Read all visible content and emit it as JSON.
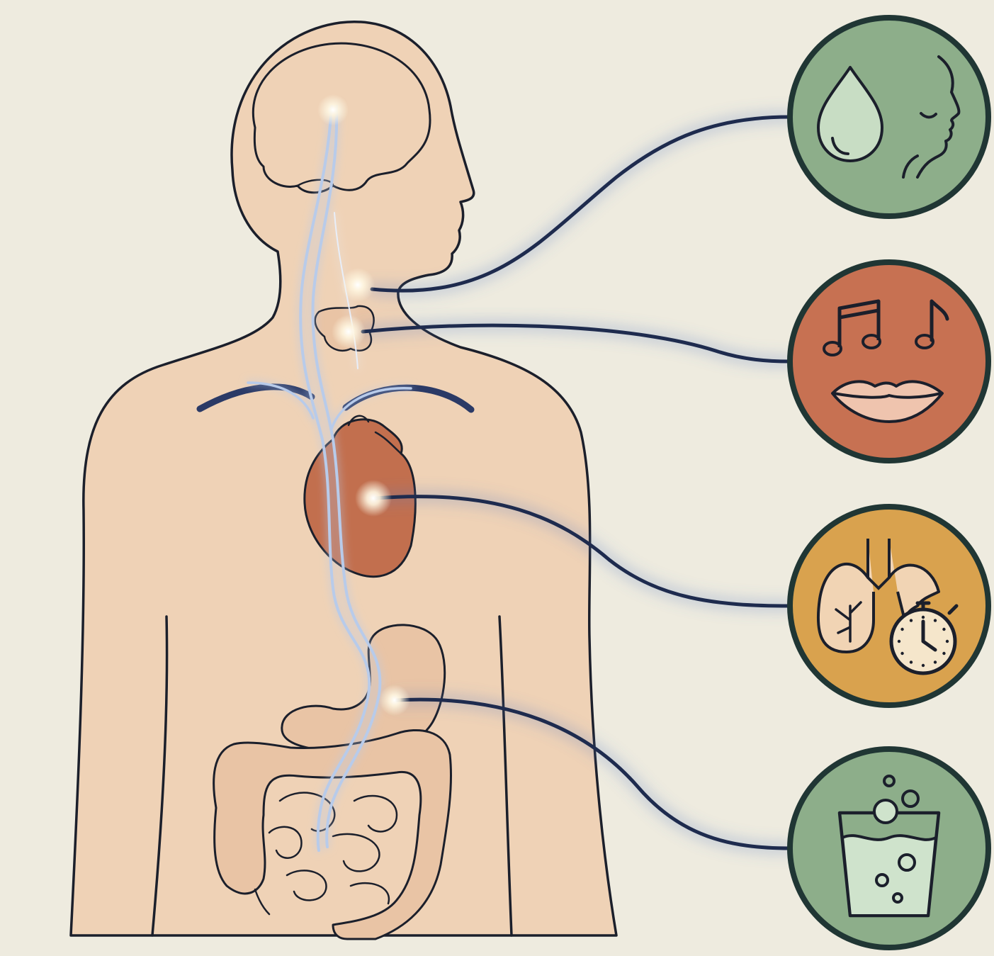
{
  "colors": {
    "background": "#EEEBDF",
    "skin": "#EFD2B6",
    "outline": "#1B1F2B",
    "heart": "#C26F4E",
    "nerve": "#B8CBEA",
    "nerve_glow": "#5B7BC4",
    "connector": "#1E2B4E",
    "badge_green": "#8DAE8A",
    "badge_terracotta": "#C77152",
    "badge_ochre": "#D9A24E",
    "badge_ring": "#203634"
  },
  "badges": [
    {
      "id": "face-hydration",
      "icons": [
        "water-drop-icon",
        "face-profile-icon"
      ],
      "color": "#8DAE8A"
    },
    {
      "id": "voice",
      "icons": [
        "music-notes-icon",
        "lips-icon"
      ],
      "color": "#C77152"
    },
    {
      "id": "breathing",
      "icons": [
        "lungs-icon",
        "stopwatch-icon"
      ],
      "color": "#D9A24E"
    },
    {
      "id": "digestion",
      "icons": [
        "sparkling-water-glass-icon"
      ],
      "color": "#8DAE8A"
    }
  ],
  "nerve_points": [
    "throat",
    "thyroid",
    "heart",
    "stomach"
  ]
}
